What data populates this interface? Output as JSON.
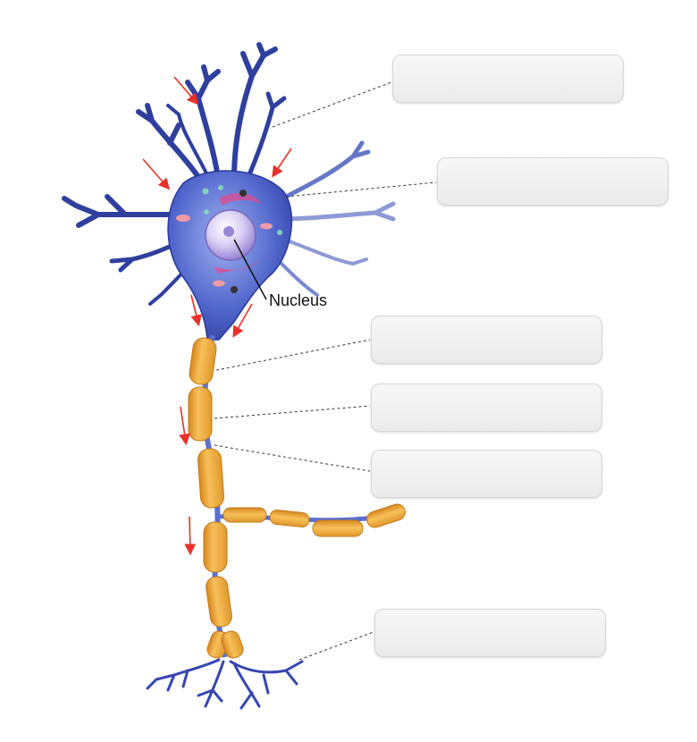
{
  "diagram": {
    "title": "",
    "labels": {
      "nucleus": "Nucleus"
    },
    "answer_boxes": [
      {
        "id": "box-dendrites",
        "text": ""
      },
      {
        "id": "box-cellbody",
        "text": ""
      },
      {
        "id": "box-axon",
        "text": ""
      },
      {
        "id": "box-myelin",
        "text": ""
      },
      {
        "id": "box-node",
        "text": ""
      },
      {
        "id": "box-terminal",
        "text": ""
      }
    ],
    "colors": {
      "neuron_body": "#3a4fb8",
      "myelin": "#f0a83a",
      "nucleus": "#b8a6e6",
      "arrows": "#e8312a",
      "leader_lines": "#333333"
    }
  }
}
